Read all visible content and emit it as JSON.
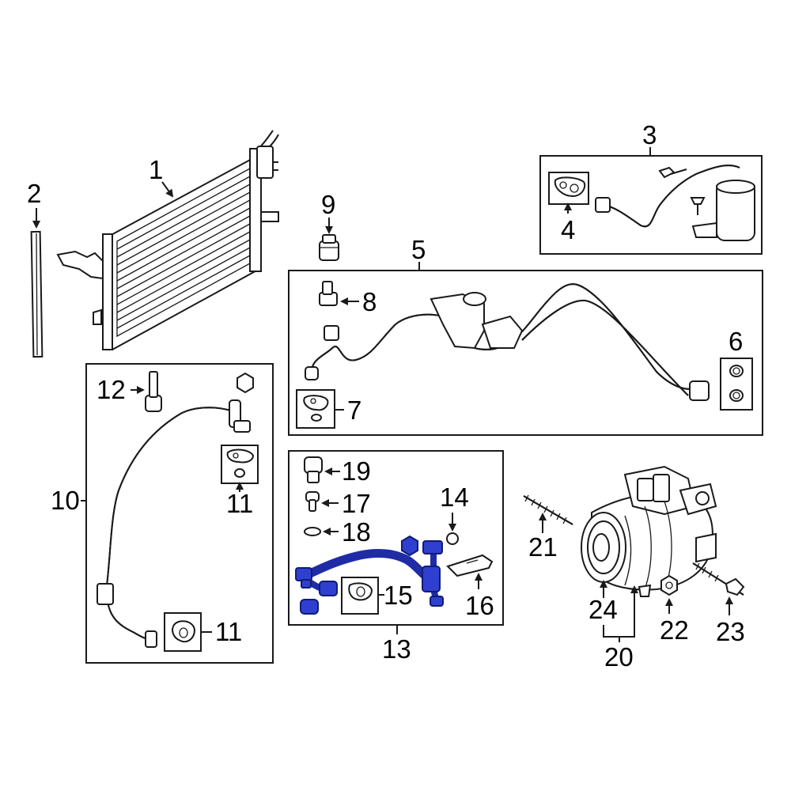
{
  "callouts": {
    "c1": "1",
    "c2": "2",
    "c3": "3",
    "c4": "4",
    "c5": "5",
    "c6": "6",
    "c7": "7",
    "c8": "8",
    "c9": "9",
    "c10": "10",
    "c11a": "11",
    "c11b": "11",
    "c12": "12",
    "c13": "13",
    "c14": "14",
    "c15": "15",
    "c16": "16",
    "c17": "17",
    "c18": "18",
    "c19": "19",
    "c20": "20",
    "c21": "21",
    "c22": "22",
    "c23": "23",
    "c24": "24"
  },
  "colors": {
    "highlight": "#2f3fd0",
    "line": "#1a1a1a",
    "background": "#ffffff"
  },
  "highlighted_part": "13"
}
